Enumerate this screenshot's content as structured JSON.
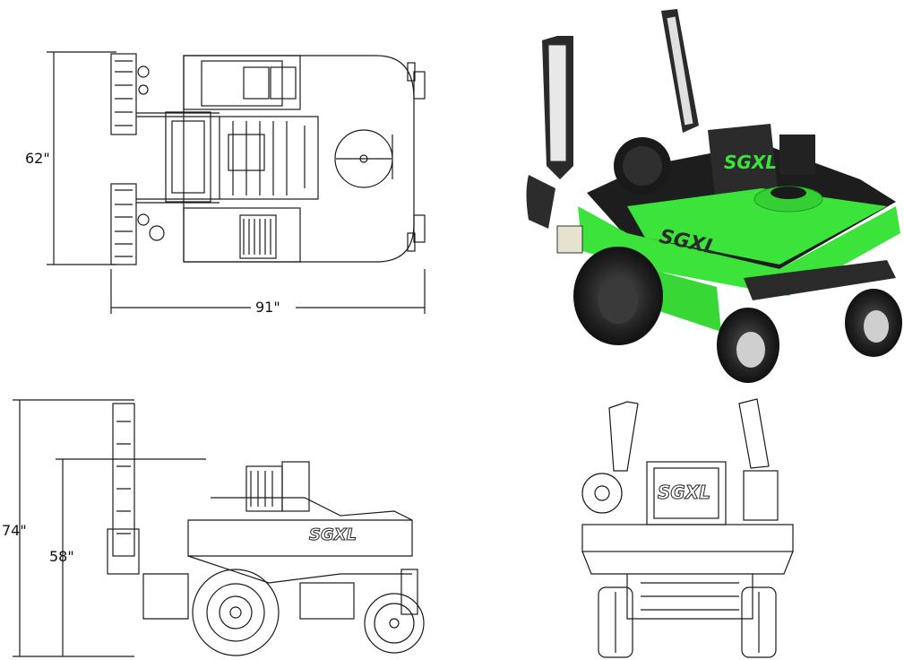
{
  "dimensions": {
    "width_label": "91\"",
    "depth_label": "62\"",
    "height_raised_label": "74\"",
    "height_lowered_label": "58\""
  },
  "brand": {
    "text": "SGXL"
  },
  "colors": {
    "machine_green": "#3be33a",
    "machine_dark": "#1c1d1c",
    "line": "#1a1a1a"
  }
}
